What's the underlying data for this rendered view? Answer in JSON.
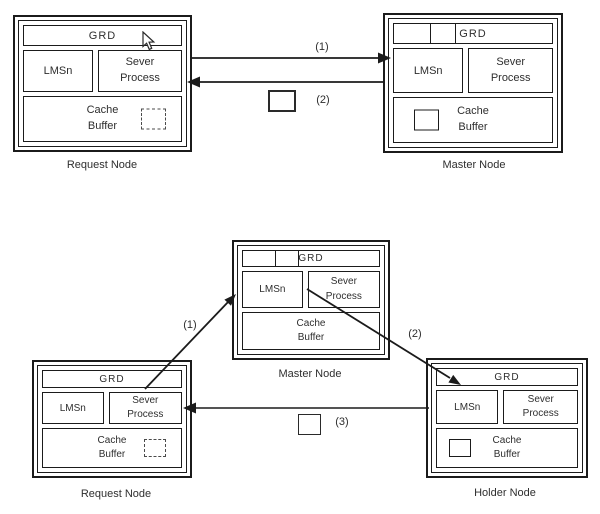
{
  "node_labels": {
    "grd": "GRD",
    "lms": "LMSn",
    "server_process": "Sever Process",
    "cache_buffer": "Cache Buffer"
  },
  "captions": {
    "top_request": "Request Node",
    "top_master": "Master Node",
    "bottom_master": "Master Node",
    "bottom_request": "Request Node",
    "bottom_holder": "Holder Node"
  },
  "arrow_labels": {
    "top_1": "(1)",
    "top_2": "(2)",
    "bottom_1": "(1)",
    "bottom_2": "(2)",
    "bottom_3": "(3)"
  },
  "icons": {
    "cursor": "mouse-pointer-arrow"
  },
  "colors": {
    "line": "#1b1b1b",
    "text": "#2e2e2e",
    "background": "#ffffff"
  }
}
